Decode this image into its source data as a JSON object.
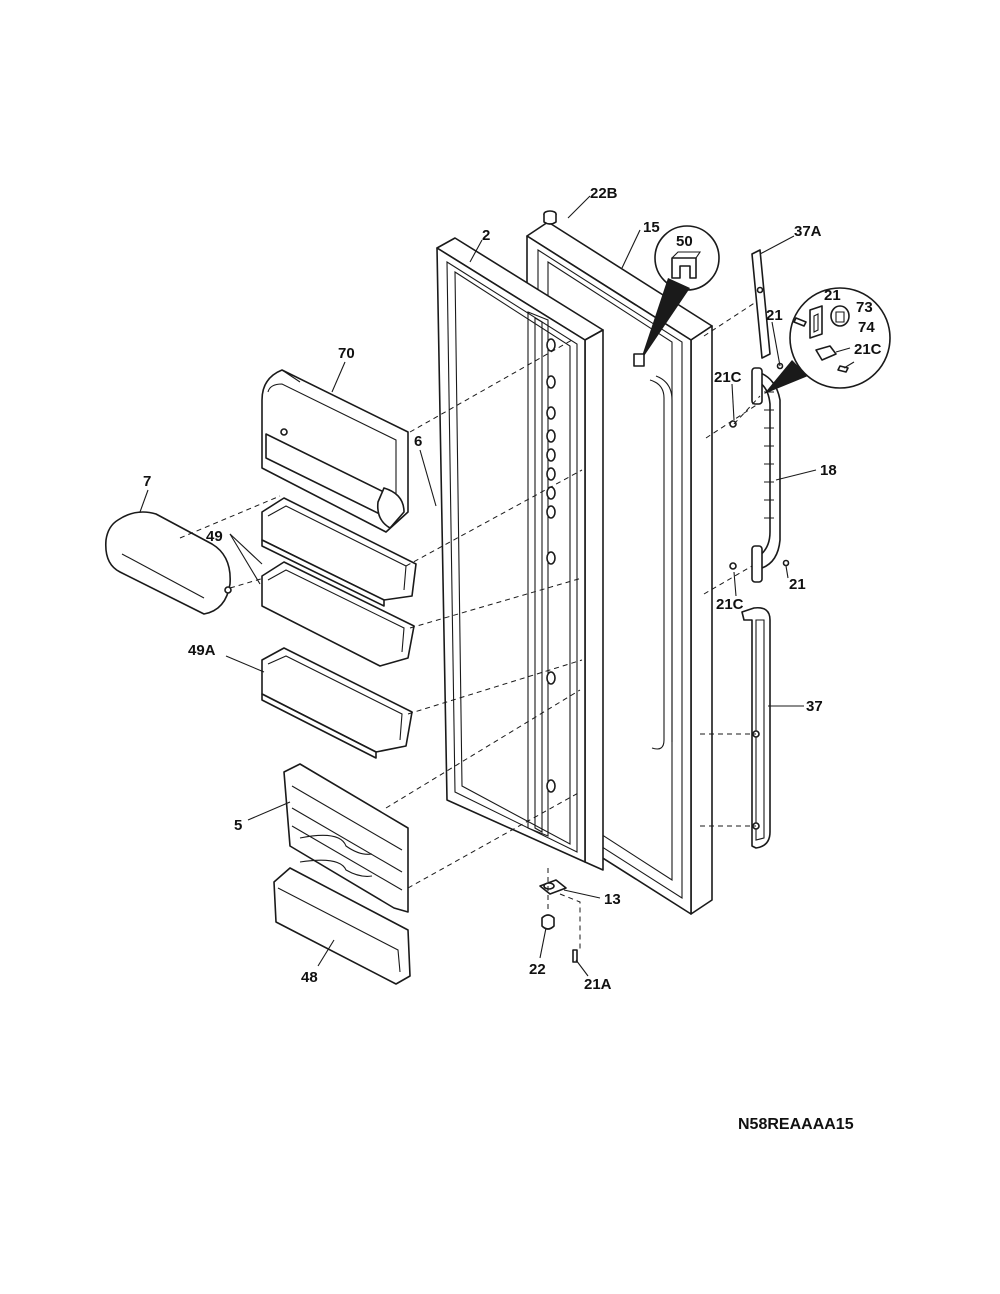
{
  "diagram": {
    "code": "N58REAAAA15",
    "callouts": {
      "c2": "2",
      "c5": "5",
      "c6": "6",
      "c7": "7",
      "c13": "13",
      "c15": "15",
      "c18": "18",
      "c21_top": "21",
      "c21_bottom": "21",
      "c21_detail": "21",
      "c21A": "21A",
      "c21C_mid": "21C",
      "c21C_lower": "21C",
      "c21C_detail": "21C",
      "c22": "22",
      "c22B": "22B",
      "c37": "37",
      "c37A": "37A",
      "c48": "48",
      "c49": "49",
      "c49A": "49A",
      "c50": "50",
      "c70": "70",
      "c73": "73",
      "c74": "74"
    }
  }
}
